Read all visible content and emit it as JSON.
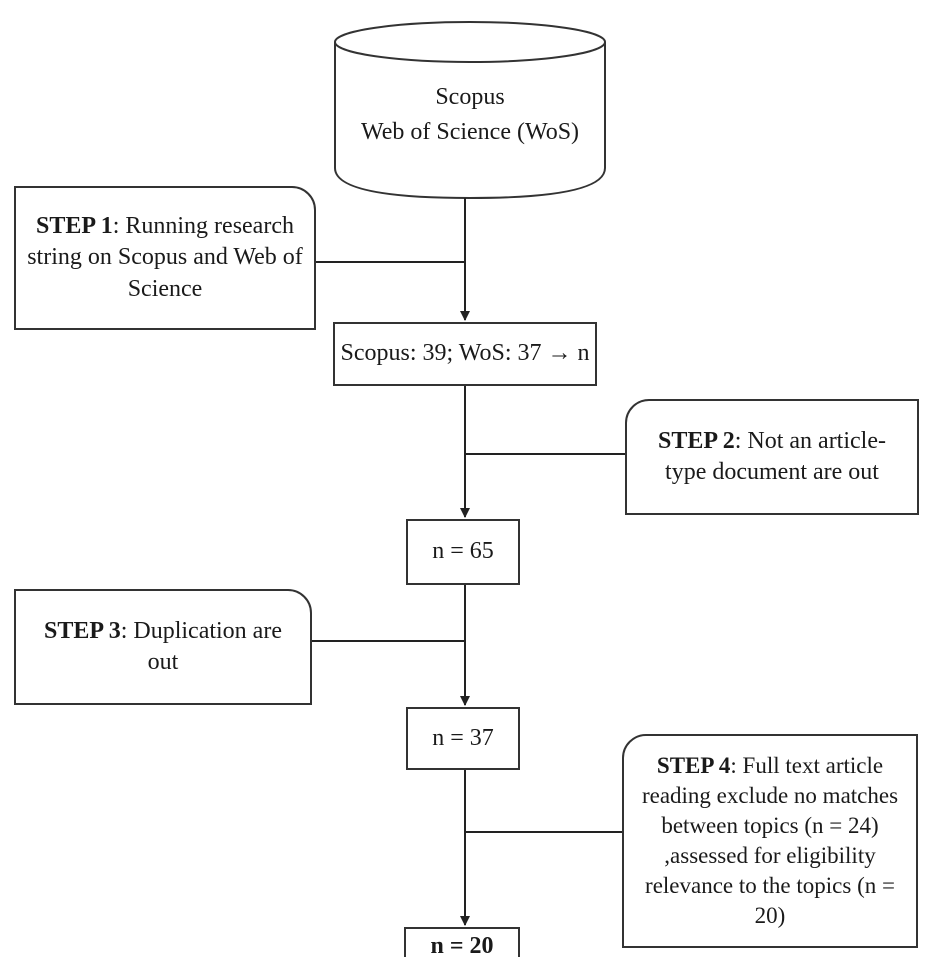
{
  "database": {
    "line1": "Scopus",
    "line2": "Web of Science (WoS)"
  },
  "steps": [
    {
      "label": "STEP 1",
      "text": ": Running research string on Scopus and Web of Science"
    },
    {
      "label": "STEP 2",
      "text": ": Not an article-type document are out"
    },
    {
      "label": "STEP 3",
      "text": ": Duplication are out"
    },
    {
      "label": "STEP 4",
      "text": ": Full text article reading exclude no matches between topics (n = 24) ,assessed for eligibility relevance to the topics (n = 20)"
    }
  ],
  "counts": {
    "initial": "Scopus: 39; WoS: 37 → n",
    "after_step2": "n = 65",
    "after_step3": "n = 37",
    "final": "n = 20"
  }
}
